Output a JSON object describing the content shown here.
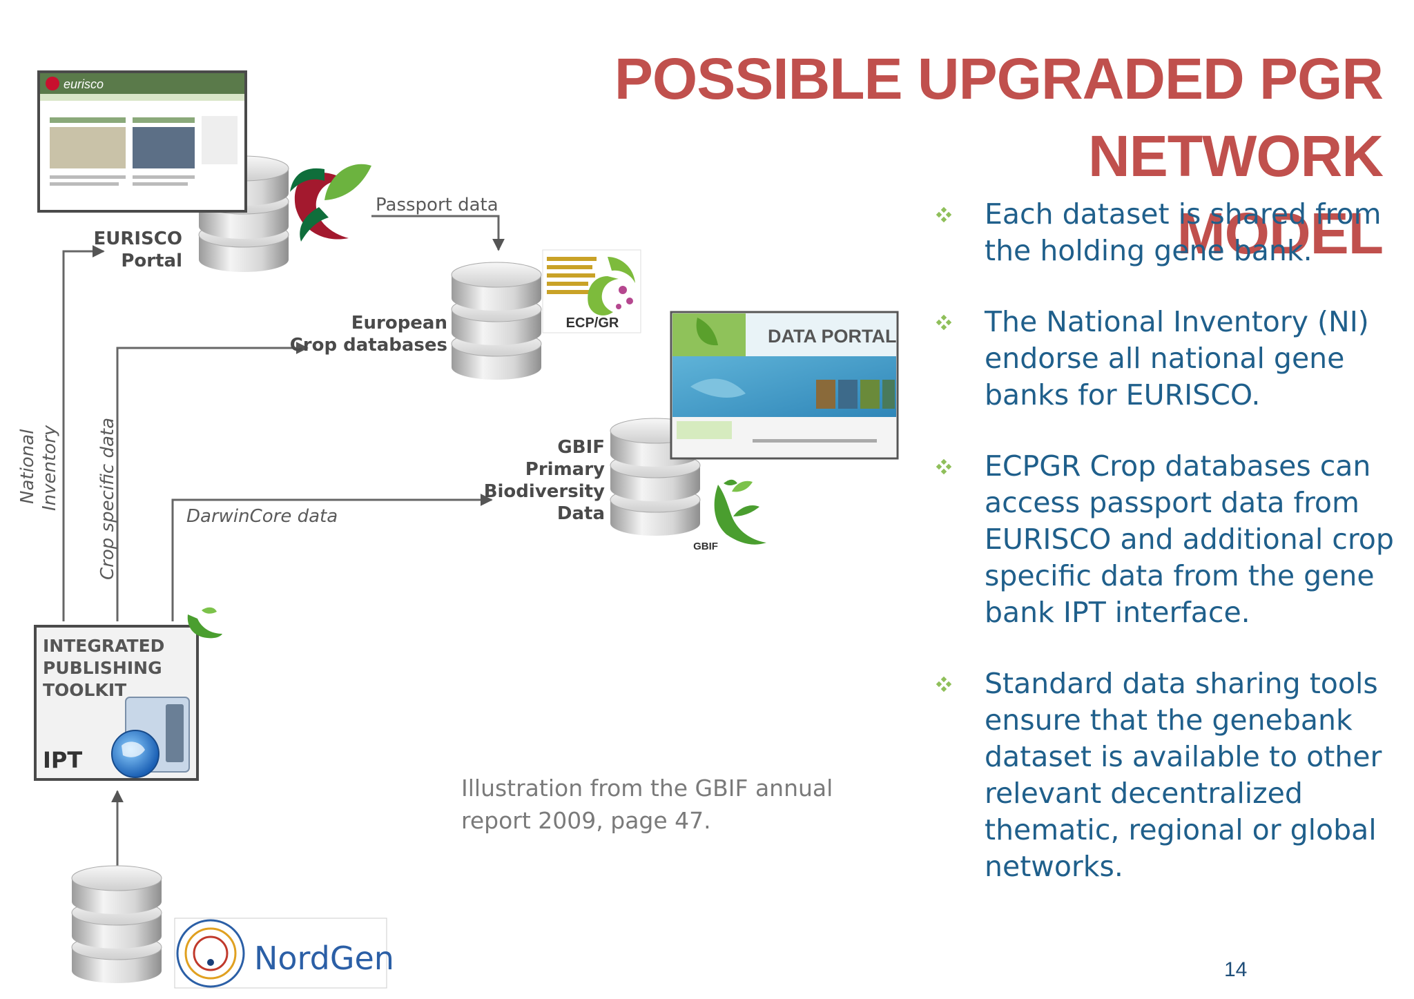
{
  "slide": {
    "title_line1": "POSSIBLE UPGRADED PGR NETWORK",
    "title_line2": "MODEL",
    "page_number": "14",
    "accent_color": "#c0504d",
    "text_color": "#1f5f8b"
  },
  "bullets": [
    "Each dataset is shared from the holding gene bank.",
    "The National Inventory (NI) endorse all national gene banks for EURISCO.",
    "ECPGR Crop databases can access passport data from EURISCO and additional crop specific data from the gene bank IPT interface.",
    "Standard data sharing tools ensure that the genebank dataset is available to other relevant decentralized thematic, regional or global networks."
  ],
  "caption": {
    "line1": "Illustration from the GBIF annual",
    "line2": "report 2009, page 47."
  },
  "diagram": {
    "eurisco_logo_text": "eurisco",
    "eurisco_line1": "EURISCO",
    "eurisco_line2": "Portal",
    "passport_data": "Passport data",
    "ecpgr_line1": "European",
    "ecpgr_line2": "Crop databases",
    "ecpgr_logo_text": "ECP/GR",
    "data_portal": "DATA PORTAL",
    "gbif_line1": "GBIF",
    "gbif_line2": "Primary",
    "gbif_line3": "Biodiversity",
    "gbif_line4": "Data",
    "gbif_logo_text": "GBIF",
    "darwincore": "DarwinCore data",
    "national_line1": "National",
    "national_line2": "Inventory",
    "crop_specific": "Crop specific data",
    "ipt_line1": "INTEGRATED",
    "ipt_line2": "PUBLISHING",
    "ipt_line3": "TOOLKIT",
    "ipt_short": "IPT",
    "nordgen": "NordGen"
  }
}
